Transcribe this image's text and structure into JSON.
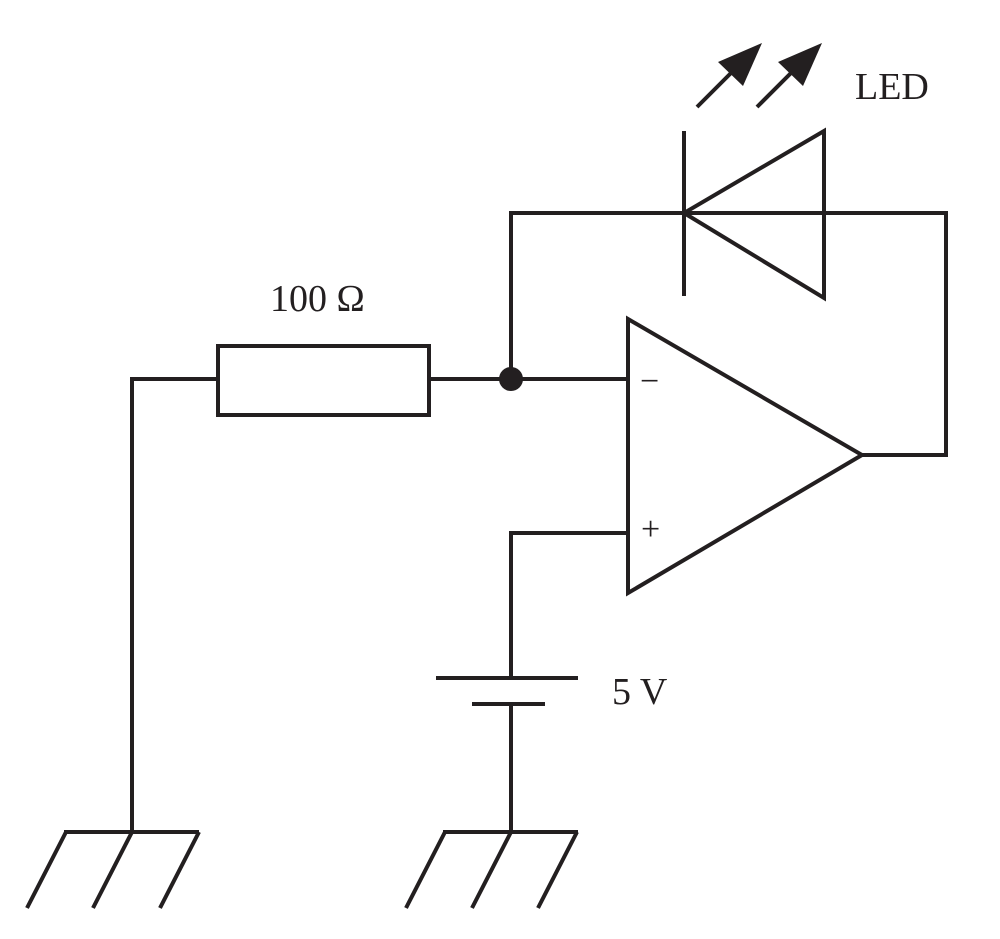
{
  "diagram": {
    "labels": {
      "led": "LED",
      "resistor": "100 Ω",
      "battery": "5 V",
      "inverting_input": "−",
      "noninverting_input": "+"
    },
    "components": [
      {
        "name": "resistor",
        "value": "100 Ω"
      },
      {
        "name": "led",
        "label": "LED"
      },
      {
        "name": "op-amp",
        "inputs": [
          "−",
          "+"
        ]
      },
      {
        "name": "battery",
        "value": "5 V"
      },
      {
        "name": "ground",
        "count": 2
      }
    ],
    "colors": {
      "line": "#231f20",
      "background": "#ffffff"
    }
  }
}
